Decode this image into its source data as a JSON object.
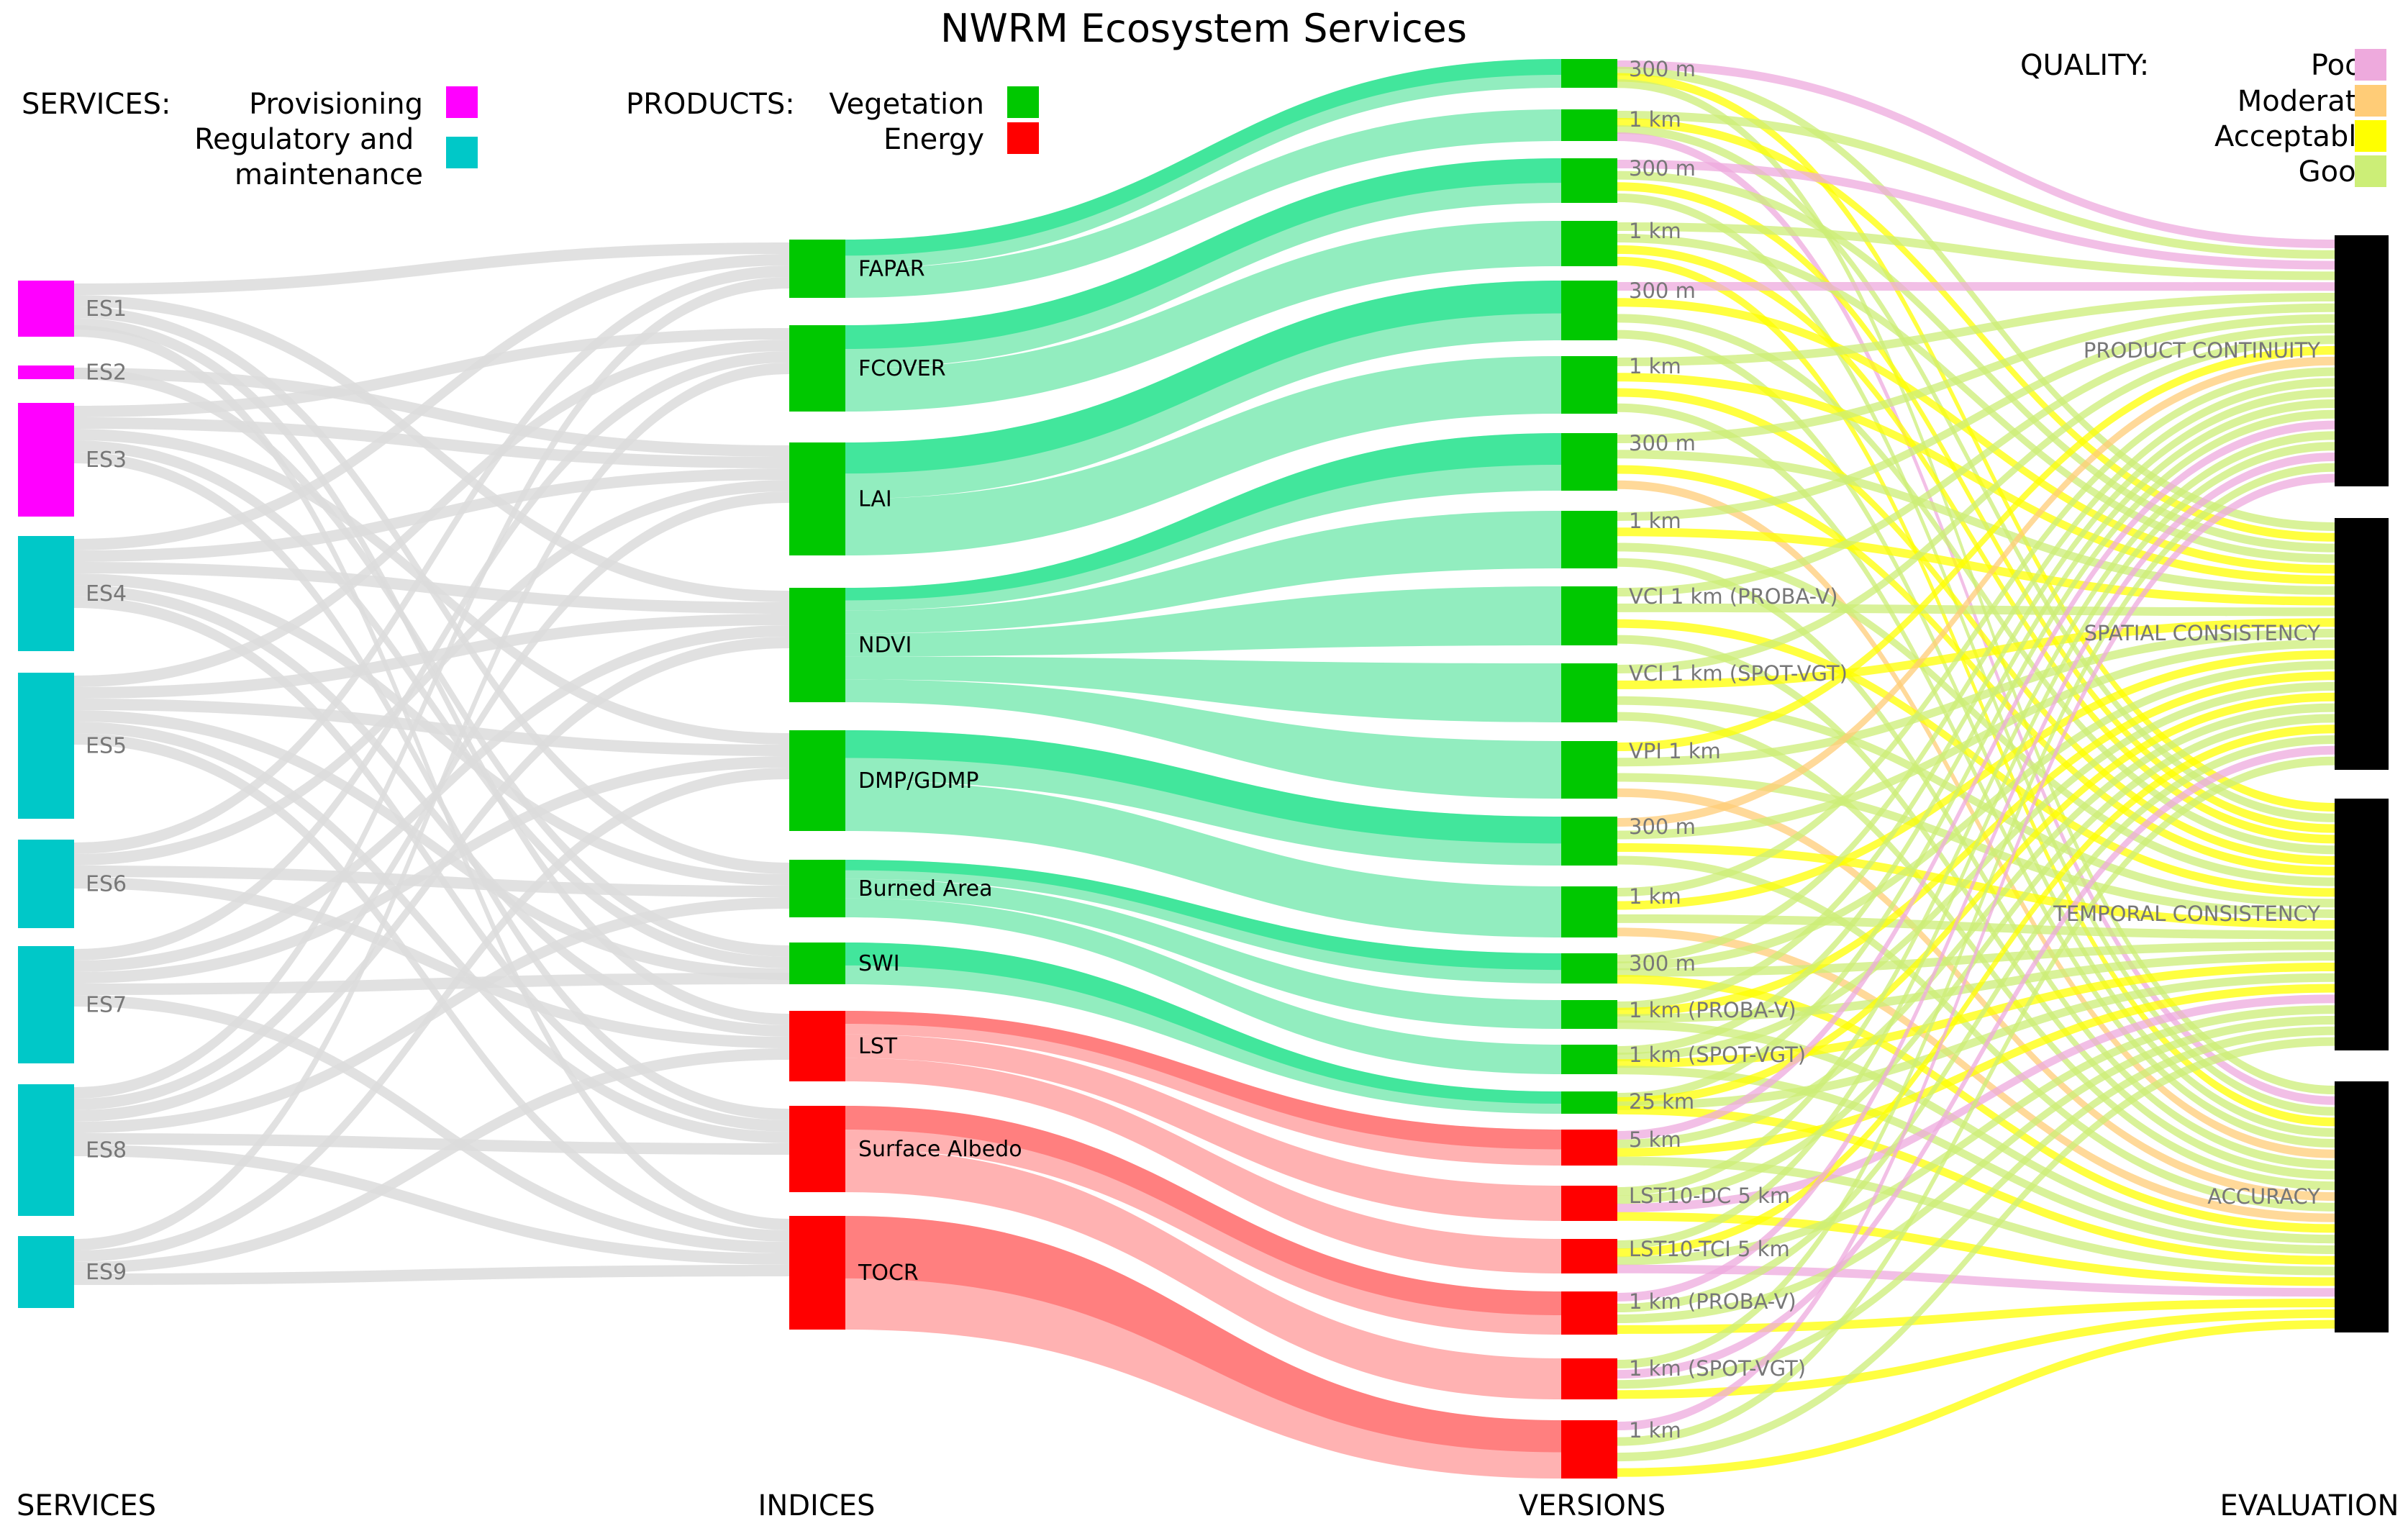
{
  "title": "NWRM Ecosystem Services",
  "legends": {
    "services": {
      "heading": "SERVICES:",
      "items": [
        {
          "label": "Provisioning",
          "color": "#ff00ff"
        },
        {
          "label": "Regulatory and maintenance",
          "color": "#00c8c8"
        }
      ]
    },
    "products": {
      "heading": "PRODUCTS:",
      "items": [
        {
          "label": "Vegetation",
          "color": "#00c800"
        },
        {
          "label": "Energy",
          "color": "#ff0000"
        }
      ]
    },
    "quality": {
      "heading": "QUALITY:",
      "items": [
        {
          "label": "Poor",
          "color": "#eeaadd"
        },
        {
          "label": "Moderate",
          "color": "#ffcc77"
        },
        {
          "label": "Acceptable",
          "color": "#ffff00"
        },
        {
          "label": "Good",
          "color": "#ccee77"
        }
      ]
    }
  },
  "columns": [
    "SERVICES",
    "INDICES",
    "VERSIONS",
    "EVALUATION"
  ],
  "link_colors": {
    "grey": "#dcdcdc",
    "veg": "#86ebb8",
    "vegDark": "#00e080",
    "energy": "#ffaaaa",
    "energyDark": "#ff5555"
  },
  "chart_data": {
    "type": "sankey",
    "title": "NWRM Ecosystem Services",
    "services": [
      {
        "label": "ES1",
        "category": "Provisioning"
      },
      {
        "label": "ES2",
        "category": "Provisioning"
      },
      {
        "label": "ES3",
        "category": "Provisioning"
      },
      {
        "label": "ES4",
        "category": "Regulatory and maintenance"
      },
      {
        "label": "ES5",
        "category": "Regulatory and maintenance"
      },
      {
        "label": "ES6",
        "category": "Regulatory and maintenance"
      },
      {
        "label": "ES7",
        "category": "Regulatory and maintenance"
      },
      {
        "label": "ES8",
        "category": "Regulatory and maintenance"
      },
      {
        "label": "ES9",
        "category": "Regulatory and maintenance"
      }
    ],
    "indices": [
      {
        "label": "FAPAR",
        "product": "Vegetation"
      },
      {
        "label": "FCOVER",
        "product": "Vegetation"
      },
      {
        "label": "LAI",
        "product": "Vegetation"
      },
      {
        "label": "NDVI",
        "product": "Vegetation"
      },
      {
        "label": "DMP/GDMP",
        "product": "Vegetation"
      },
      {
        "label": "Burned Area",
        "product": "Vegetation"
      },
      {
        "label": "SWI",
        "product": "Vegetation"
      },
      {
        "label": "LST",
        "product": "Energy"
      },
      {
        "label": "Surface Albedo",
        "product": "Energy"
      },
      {
        "label": "TOCR",
        "product": "Energy"
      }
    ],
    "versions": [
      {
        "label": "300 m",
        "index": "FAPAR"
      },
      {
        "label": "1 km",
        "index": "FAPAR"
      },
      {
        "label": "300 m",
        "index": "FCOVER"
      },
      {
        "label": "1 km",
        "index": "FCOVER"
      },
      {
        "label": "300 m",
        "index": "LAI"
      },
      {
        "label": "1 km",
        "index": "LAI"
      },
      {
        "label": "300 m",
        "index": "NDVI"
      },
      {
        "label": "1 km",
        "index": "NDVI"
      },
      {
        "label": "VCI 1 km (PROBA-V)",
        "index": "NDVI"
      },
      {
        "label": "VCI 1 km (SPOT-VGT)",
        "index": "NDVI"
      },
      {
        "label": "VPI 1 km",
        "index": "NDVI"
      },
      {
        "label": "300 m",
        "index": "DMP/GDMP"
      },
      {
        "label": "1 km",
        "index": "DMP/GDMP"
      },
      {
        "label": "300 m",
        "index": "Burned Area"
      },
      {
        "label": "1 km (PROBA-V)",
        "index": "Burned Area"
      },
      {
        "label": "1 km (SPOT-VGT)",
        "index": "Burned Area"
      },
      {
        "label": "25 km",
        "index": "SWI"
      },
      {
        "label": "5 km",
        "index": "LST"
      },
      {
        "label": "LST10-DC 5 km",
        "index": "LST"
      },
      {
        "label": "LST10-TCI 5 km",
        "index": "LST"
      },
      {
        "label": "1 km (PROBA-V)",
        "index": "Surface Albedo"
      },
      {
        "label": "1 km (SPOT-VGT)",
        "index": "Surface Albedo"
      },
      {
        "label": "1 km",
        "index": "TOCR"
      }
    ],
    "evaluation": [
      {
        "label": "PRODUCT CONTINUITY"
      },
      {
        "label": "SPATIAL CONSISTENCY"
      },
      {
        "label": "TEMPORAL CONSISTENCY"
      },
      {
        "label": "ACCURACY"
      }
    ]
  }
}
